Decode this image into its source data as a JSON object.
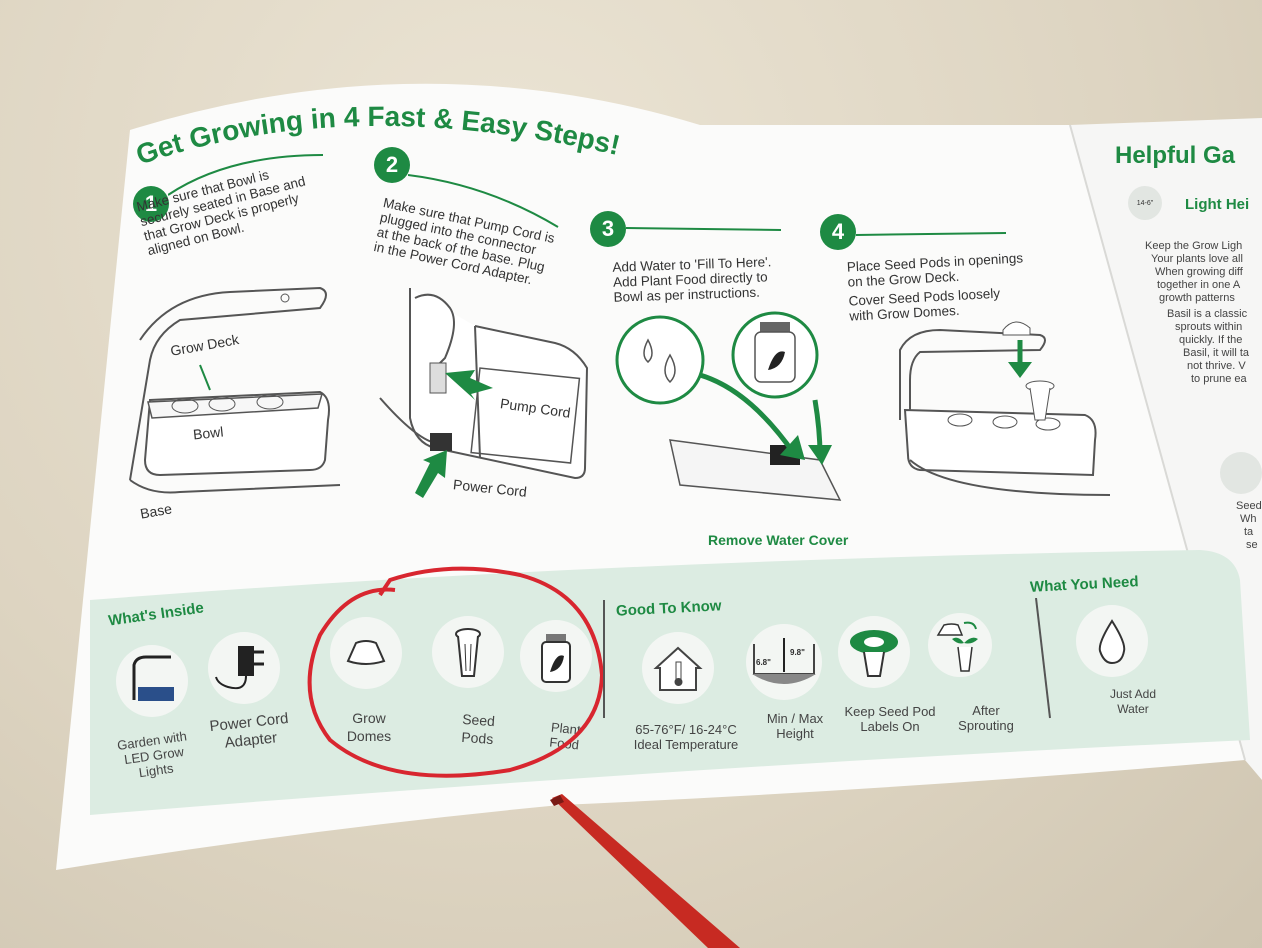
{
  "header": {
    "title": "Get Growing in 4 Fast & Easy Steps!",
    "right_title": "Helpful Ga",
    "right_subtitle": "Light Hei"
  },
  "steps": [
    {
      "number": "1",
      "lines": [
        "Make sure that Bowl is",
        "securely seated in Base and",
        "that Grow Deck is properly",
        "aligned on Bowl."
      ]
    },
    {
      "number": "2",
      "lines": [
        "Make sure that Pump Cord is",
        "plugged into the connector",
        "at the back of the base. Plug",
        "in the Power Cord Adapter."
      ]
    },
    {
      "number": "3",
      "lines": [
        "Add Water to 'Fill To Here'.",
        "Add Plant Food directly to",
        "Bowl as per instructions."
      ]
    },
    {
      "number": "4",
      "lines": [
        "Place Seed Pods in openings",
        "on the Grow Deck.",
        "Cover Seed Pods loosely",
        "with Grow Domes."
      ]
    }
  ],
  "diagram_labels": {
    "grow_deck": "Grow Deck",
    "bowl": "Bowl",
    "base": "Base",
    "pump_cord": "Pump Cord",
    "power_cord": "Power Cord",
    "remove_water_cover": "Remove Water Cover"
  },
  "whats_inside": {
    "heading": "What's Inside",
    "items": [
      {
        "lines": [
          "Garden with",
          "LED Grow",
          "Lights"
        ],
        "icon": "garden-icon"
      },
      {
        "lines": [
          "Power Cord",
          "Adapter"
        ],
        "icon": "plug-icon"
      },
      {
        "lines": [
          "Grow",
          "Domes"
        ],
        "icon": "dome-icon"
      },
      {
        "lines": [
          "Seed",
          "Pods"
        ],
        "icon": "seed-pod-icon"
      },
      {
        "lines": [
          "Plant",
          "Food"
        ],
        "icon": "bottle-icon"
      }
    ]
  },
  "good_to_know": {
    "heading": "Good To Know",
    "items": [
      {
        "lines": [
          "65-76°F/ 16-24°C",
          "Ideal Temperature"
        ],
        "icon": "house-thermometer-icon"
      },
      {
        "lines": [
          "Min / Max",
          "Height"
        ],
        "icon": "height-icon",
        "min": "6.8\"",
        "max": "9.8\""
      },
      {
        "lines": [
          "Keep Seed Pod",
          "Labels On"
        ],
        "icon": "pod-label-icon"
      },
      {
        "lines": [
          "After",
          "Sprouting"
        ],
        "icon": "sprout-icon"
      }
    ]
  },
  "what_you_need": {
    "heading": "What You Need",
    "items": [
      {
        "lines": [
          "Just Add",
          "Water"
        ],
        "icon": "water-drop-icon"
      }
    ]
  },
  "right_panel": {
    "badge": "14-6\"",
    "lines": [
      "Keep the Grow Ligh",
      "Your plants love all",
      "When growing diff",
      "together in one A",
      "growth patterns",
      "Basil is a classic",
      "sprouts within",
      "quickly.  If the",
      "Basil, it will ta",
      "not thrive.  V",
      "to prune ea"
    ],
    "bottom_lines": [
      "Seed",
      "Wh",
      "ta",
      "se"
    ]
  },
  "colors": {
    "brand_green": "#1e8a43",
    "mint_band": "#dcece2",
    "marker_red": "#d8262f"
  }
}
